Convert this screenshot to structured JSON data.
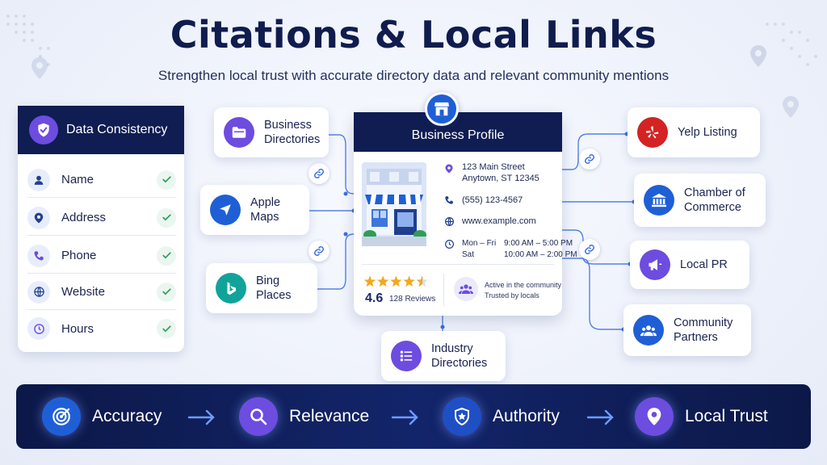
{
  "header": {
    "title": "Citations & Local Links",
    "subtitle": "Strengthen local trust with accurate directory data and relevant community mentions"
  },
  "data_consistency": {
    "title": "Data Consistency",
    "items": [
      {
        "label": "Name",
        "icon": "user-icon"
      },
      {
        "label": "Address",
        "icon": "location-pin-icon"
      },
      {
        "label": "Phone",
        "icon": "phone-icon"
      },
      {
        "label": "Website",
        "icon": "globe-icon"
      },
      {
        "label": "Hours",
        "icon": "clock-icon"
      }
    ]
  },
  "left_cards": {
    "business_directories": {
      "line1": "Business",
      "line2": "Directories"
    },
    "apple_maps": {
      "label": "Apple Maps"
    },
    "bing_places": {
      "label": "Bing Places"
    }
  },
  "center": {
    "industry_directories": {
      "line1": "Industry",
      "line2": "Directories"
    }
  },
  "right_cards": {
    "yelp": {
      "label": "Yelp Listing"
    },
    "chamber": {
      "line1": "Chamber of",
      "line2": "Commerce"
    },
    "local_pr": {
      "label": "Local PR"
    },
    "community": {
      "line1": "Community",
      "line2": "Partners"
    }
  },
  "business_profile": {
    "title": "Business Profile",
    "address_line1": "123 Main Street",
    "address_line2": "Anytown, ST 12345",
    "phone": "(555) 123-4567",
    "website": "www.example.com",
    "hours_days1": "Mon – Fri",
    "hours_time1": "9:00 AM – 5:00 PM",
    "hours_days2": "Sat",
    "hours_time2": "10:00 AM – 2:00 PM",
    "rating": "4.6",
    "stars": 4.5,
    "reviews": "128 Reviews",
    "community_line1": "Active in the community",
    "community_line2": "Trusted by locals"
  },
  "pipeline": [
    {
      "label": "Accuracy",
      "icon": "target-icon"
    },
    {
      "label": "Relevance",
      "icon": "magnifier-icon"
    },
    {
      "label": "Authority",
      "icon": "shield-star-icon"
    },
    {
      "label": "Local Trust",
      "icon": "location-pin-icon"
    }
  ],
  "colors": {
    "navy": "#0f1d52",
    "purple": "#6d4ce0",
    "blue": "#1f5fd6",
    "teal": "#11a39a",
    "yelp_red": "#d32323",
    "check_green": "#2e9e5b",
    "star_gold": "#f2a81d"
  }
}
